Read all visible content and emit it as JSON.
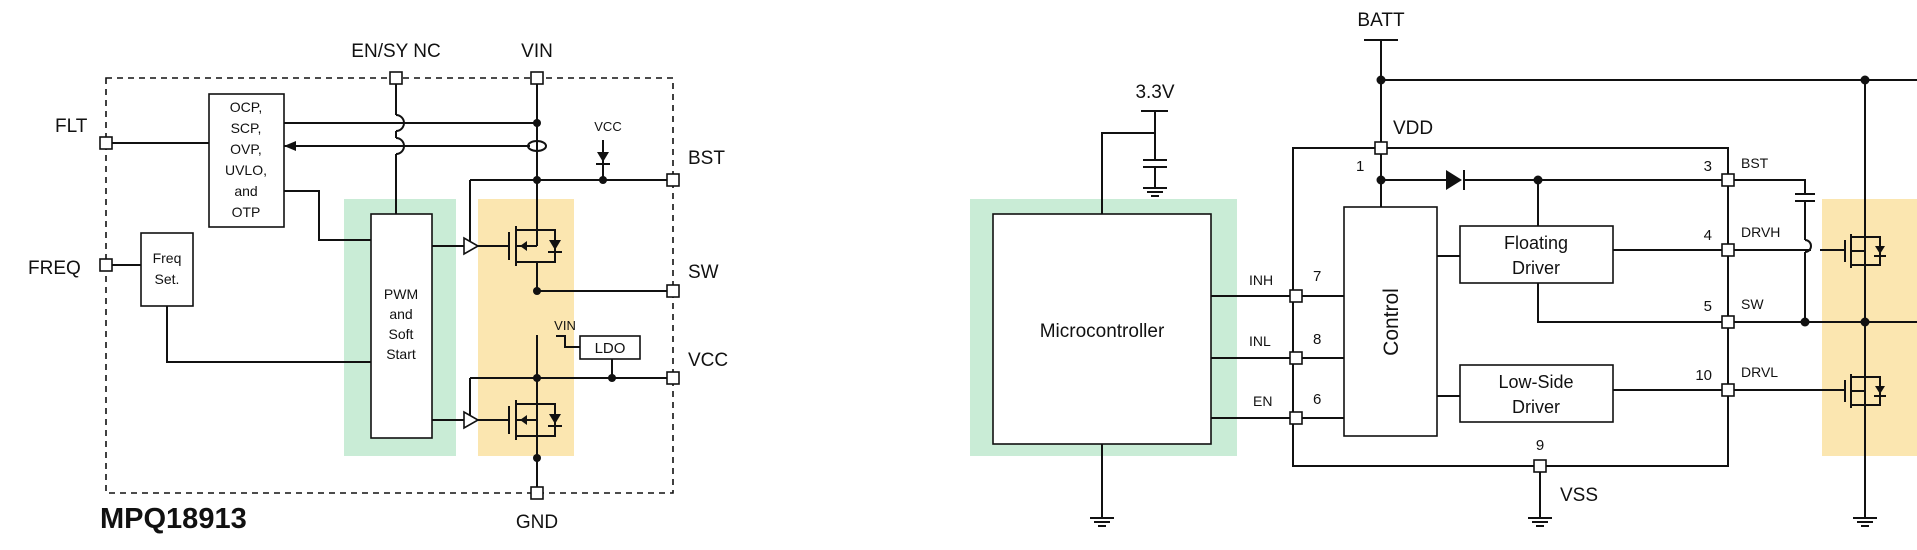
{
  "left_diagram": {
    "part_number": "MPQ18913",
    "pins": {
      "flt": "FLT",
      "freq": "FREQ",
      "en_sync": "EN/SY NC",
      "vin": "VIN",
      "bst": "BST",
      "sw": "SW",
      "vcc": "VCC",
      "gnd": "GND"
    },
    "protection_block": [
      "OCP,",
      "SCP,",
      "OVP,",
      "UVLO,",
      "and",
      "OTP"
    ],
    "freq_block": [
      "Freq",
      "Set."
    ],
    "pwm_block": [
      "PWM",
      "and",
      "Soft",
      "Start"
    ],
    "ldo_label": "LDO",
    "ldo_vin_label": "VIN",
    "vcc_diode_label": "VCC",
    "colors": {
      "green": "#c9ecd6",
      "yellow": "#fbe6b0"
    }
  },
  "right_diagram": {
    "rails": {
      "batt": "BATT",
      "supply_3v3": "3.3V",
      "vdd": "VDD",
      "vss": "VSS"
    },
    "microcontroller_label": "Microcontroller",
    "control_label": "Control",
    "floating_driver": [
      "Floating",
      "Driver"
    ],
    "low_side_driver": [
      "Low-Side",
      "Driver"
    ],
    "left_pins": [
      {
        "name": "INH",
        "number": "7"
      },
      {
        "name": "INL",
        "number": "8"
      },
      {
        "name": "EN",
        "number": "6"
      }
    ],
    "right_pins": [
      {
        "name": "BST",
        "number": "3"
      },
      {
        "name": "DRVH",
        "number": "4"
      },
      {
        "name": "SW",
        "number": "5"
      },
      {
        "name": "DRVL",
        "number": "10"
      }
    ],
    "vdd_pin_number": "1",
    "vss_pin_number": "9",
    "colors": {
      "green": "#c9ecd6",
      "yellow": "#fbe6b0"
    }
  }
}
